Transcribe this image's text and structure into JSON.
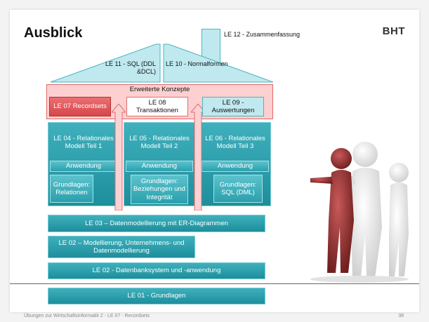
{
  "slide": {
    "title": "Ausblick",
    "logo": "BHT",
    "footer": "Übungen zur Wirtschaftsinformatik 2 - LE 07 - Recordsets",
    "page_number": "38"
  },
  "roof": {
    "le12": "LE 12 - Zusammenfassung",
    "le11": "LE 11 - SQL (DDL &DCL)",
    "le10": "LE 10 - Normalformen"
  },
  "advanced": {
    "heading": "Erweiterte Konzepte",
    "le07": "LE 07 Recordsets",
    "le08": "LE 08 Transaktionen",
    "le09": "LE 09 - Auswertungen"
  },
  "columns": [
    {
      "title": "LE 04 - Relationales Modell Teil 1",
      "application": "Anwendung",
      "basics": "Grundlagen: Relationen"
    },
    {
      "title": "LE 05 - Relationales Modell Teil 2",
      "application": "Anwendung",
      "basics": "Grundlagen: Beziehungen und Integrität"
    },
    {
      "title": "LE 06 - Relationales Modell Teil 3",
      "application": "Anwendung",
      "basics": "Grundlagen: SQL (DML)"
    }
  ],
  "foundation": {
    "le03": "LE 03 – Datenmodellierung mit ER-Diagrammen",
    "le02a": "LE 02 – Modellierung, Unternehmens- und Datenmodellierung",
    "le02b": "LE 02 - Datenbanksystem und -anwendung",
    "le01": "LE 01 - Grundlagen"
  },
  "colors": {
    "teal": "#1d8e9c",
    "teal_light": "#bfe9ef",
    "red": "#d6474b",
    "red_light": "#fcd0d0"
  }
}
